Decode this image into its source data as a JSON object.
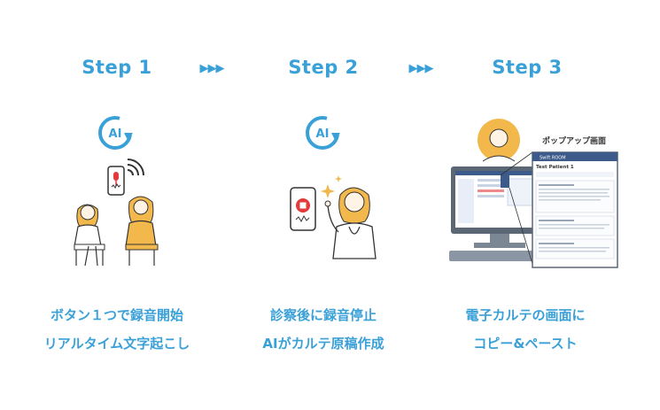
{
  "colors": {
    "accent": "#3aa0d8",
    "skin": "#fff3e6",
    "hair": "#f2b84b",
    "line": "#333333",
    "red": "#e23b3b",
    "monitor": "#5b6775",
    "popup_bar": "#3c5a8a"
  },
  "steps": [
    {
      "title": "Step 1",
      "captions": [
        "ボタン１つで録音開始",
        "リアルタイム文字起こし"
      ]
    },
    {
      "title": "Step 2",
      "captions": [
        "診察後に録音停止",
        "AIがカルテ原稿作成"
      ]
    },
    {
      "title": "Step 3",
      "captions": [
        "電子カルテの画面に",
        "コピー&ペースト"
      ]
    }
  ],
  "arrows": [
    "▶▶▶",
    "▶▶▶"
  ],
  "ai_badge": "AI",
  "popup": {
    "label": "ポップアップ画面",
    "header": "Swift ROOM",
    "patient": "Test Patient 1"
  },
  "icons": [
    "ai-cycle-icon",
    "wifi-signal-icon",
    "microphone-icon",
    "stop-icon",
    "sparkle-icon"
  ]
}
